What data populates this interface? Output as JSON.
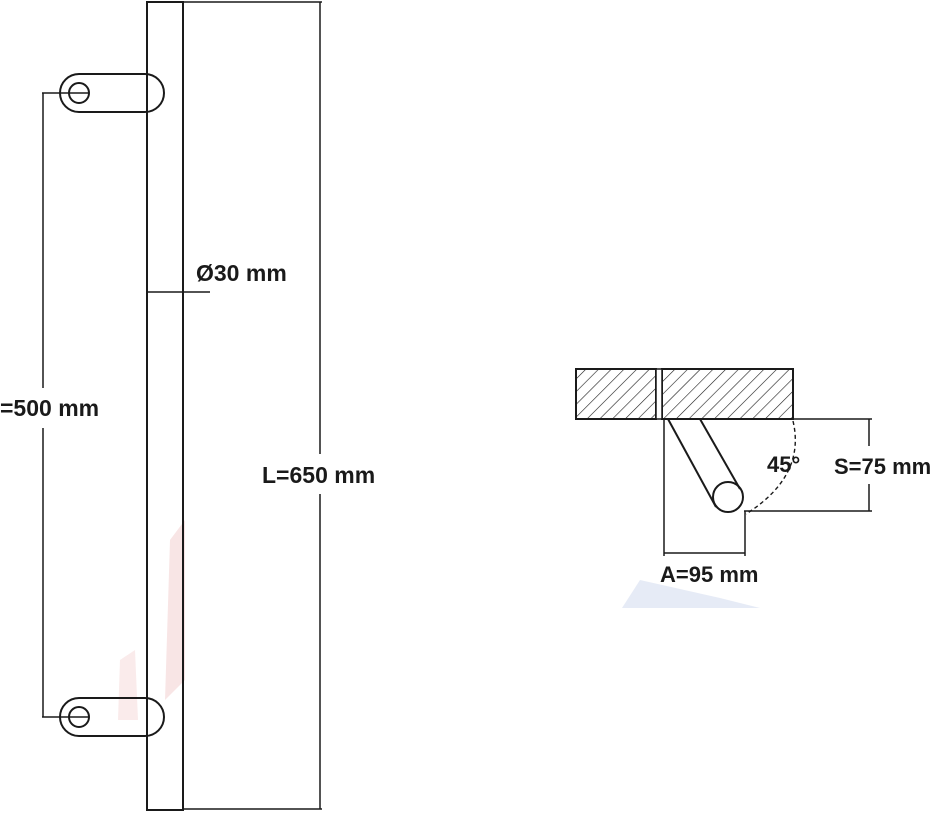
{
  "front_view": {
    "diameter_label": "Ø30 mm",
    "center_distance_label": "=500 mm",
    "length_label": "L=650 mm"
  },
  "side_view": {
    "angle_label": "45°",
    "standoff_label": "S=75 mm",
    "offset_label": "A=95 mm"
  },
  "colors": {
    "line": "#1a1a1a",
    "background": "#ffffff",
    "watermark_red": "#f4d6d6",
    "watermark_blue": "#dfe6f3"
  }
}
